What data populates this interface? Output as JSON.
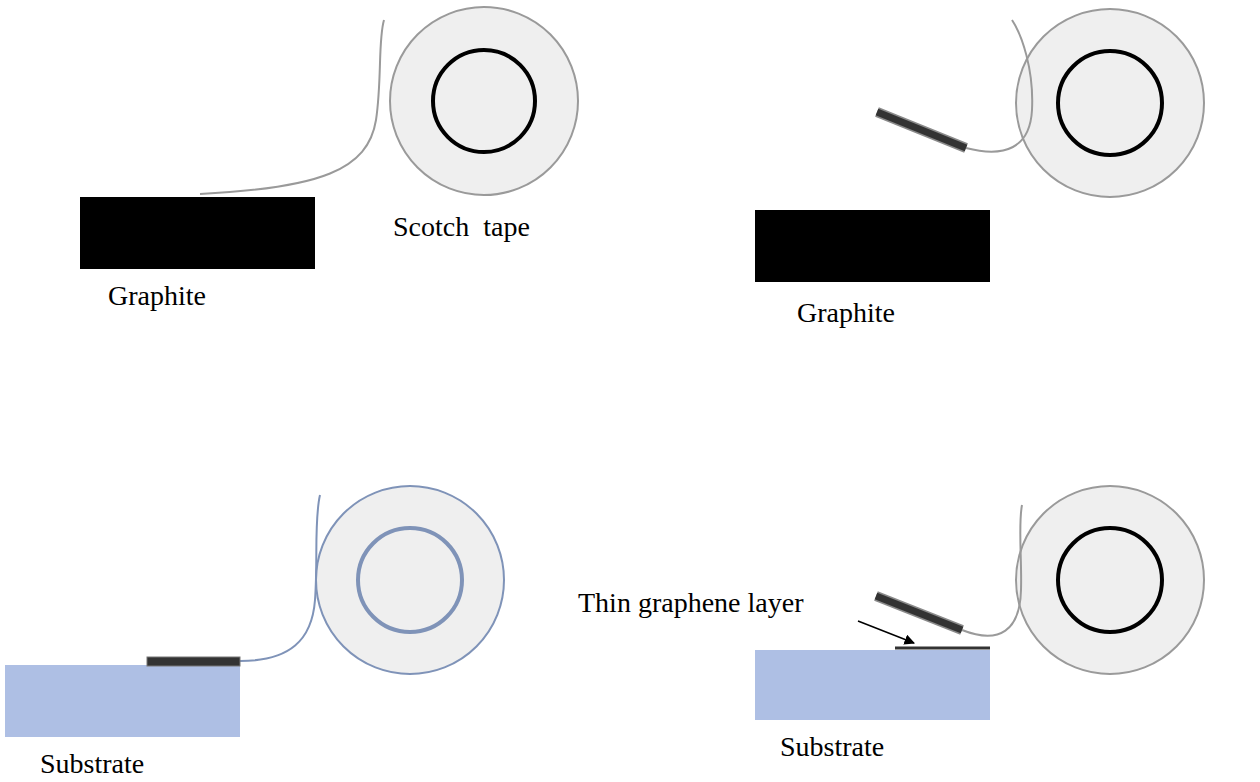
{
  "diagram": {
    "nodes": [
      {
        "text": [
          "Graphite"
        ]
      },
      {
        "text": [
          "Scotch  tape"
        ]
      },
      {
        "text": [
          "Graphite"
        ]
      },
      {
        "text": [
          "Substrate"
        ]
      },
      {
        "text": [
          "Substrate"
        ]
      }
    ],
    "labels": [
      "Thin graphene layer"
    ]
  }
}
